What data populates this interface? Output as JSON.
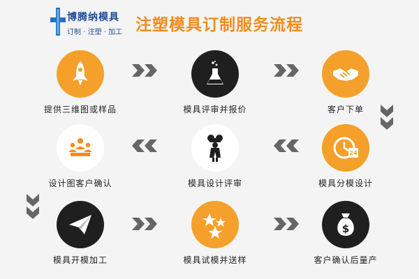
{
  "header": {
    "logo": {
      "name": "博腾纳模具",
      "tagline": "订制 · 注塑 · 加工",
      "mark_color": "#2a6fbe"
    },
    "title": "注塑模具订制服务流程",
    "title_color": "#f28c1e"
  },
  "colors": {
    "orange": "#f5a02a",
    "dark": "#1f1f1f",
    "arrow": "#666666"
  },
  "steps": [
    {
      "label": "提供三维图或样品",
      "icon": "rocket-icon"
    },
    {
      "label": "模具评审并报价",
      "icon": "flask-icon"
    },
    {
      "label": "客户下单",
      "icon": "handshake-icon"
    },
    {
      "label": "设计图客户确认",
      "icon": "team-meeting-icon"
    },
    {
      "label": "模具设计评审",
      "icon": "binoculars-person-icon"
    },
    {
      "label": "模具分模设计",
      "icon": "clock-24-icon"
    },
    {
      "label": "模具开模加工",
      "icon": "paper-plane-icon"
    },
    {
      "label": "模具试模并送样",
      "icon": "stars-icon"
    },
    {
      "label": "客户确认后量产",
      "icon": "money-bag-icon"
    }
  ]
}
